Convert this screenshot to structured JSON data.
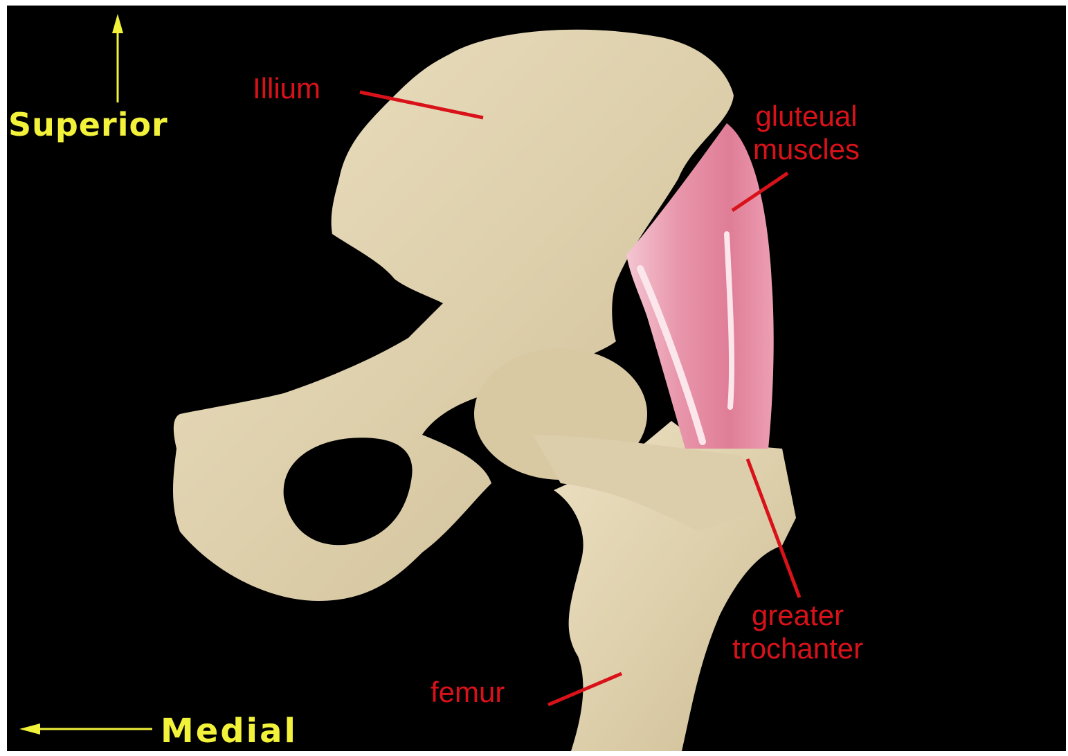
{
  "orientation": {
    "superior": "Superior",
    "medial": "Medial"
  },
  "labels": {
    "ilium": "Illium",
    "gluteal_line1": "gluteual",
    "gluteal_line2": "muscles",
    "trochanter_line1": "greater",
    "trochanter_line2": "trochanter",
    "femur": "femur"
  },
  "colors": {
    "background": "#000000",
    "bone": "#e0d2b0",
    "muscle": "#e89aae",
    "label": "#d9121a",
    "orientation": "#f2f23a"
  }
}
